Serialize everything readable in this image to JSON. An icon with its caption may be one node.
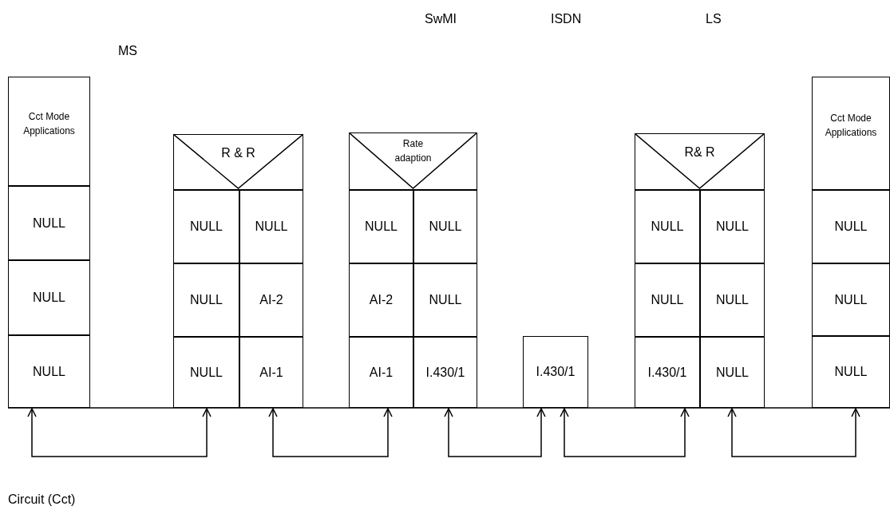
{
  "diagram": {
    "caption": "Circuit (Cct)",
    "nodes": [
      {
        "text": [
          "Cct Mode Applications"
        ]
      },
      {
        "text": [
          "NULL"
        ]
      },
      {
        "text": [
          "NULL"
        ]
      },
      {
        "text": [
          "NULL"
        ]
      },
      {
        "text": [
          "R & R"
        ]
      },
      {
        "text": [
          "NULL"
        ]
      },
      {
        "text": [
          "NULL"
        ]
      },
      {
        "text": [
          "NULL"
        ]
      },
      {
        "text": [
          "AI-2"
        ]
      },
      {
        "text": [
          "NULL"
        ]
      },
      {
        "text": [
          "AI-1"
        ]
      },
      {
        "text": [
          "Rate adaption"
        ]
      },
      {
        "text": [
          "NULL"
        ]
      },
      {
        "text": [
          "NULL"
        ]
      },
      {
        "text": [
          "AI-2"
        ]
      },
      {
        "text": [
          "NULL"
        ]
      },
      {
        "text": [
          "AI-1"
        ]
      },
      {
        "text": [
          "I.430/1"
        ]
      },
      {
        "text": [
          "I.430/1"
        ]
      },
      {
        "text": [
          "R& R"
        ]
      },
      {
        "text": [
          "NULL"
        ]
      },
      {
        "text": [
          "NULL"
        ]
      },
      {
        "text": [
          "NULL"
        ]
      },
      {
        "text": [
          "NULL"
        ]
      },
      {
        "text": [
          "I.430/1"
        ]
      },
      {
        "text": [
          "NULL"
        ]
      },
      {
        "text": [
          "Cct Mode Applications"
        ]
      },
      {
        "text": [
          "NULL"
        ]
      },
      {
        "text": [
          "NULL"
        ]
      },
      {
        "text": [
          "NULL"
        ]
      }
    ],
    "edges": [
      {
        "from": 3,
        "to": 9,
        "arrow": "both"
      },
      {
        "from": 10,
        "to": 16,
        "arrow": "both"
      },
      {
        "from": 17,
        "to": 18,
        "arrow": "both"
      },
      {
        "from": 18,
        "to": 24,
        "arrow": "both"
      },
      {
        "from": 25,
        "to": 29,
        "arrow": "both"
      }
    ],
    "labels": [
      "MS",
      "SwMI",
      "ISDN",
      "LS"
    ]
  }
}
